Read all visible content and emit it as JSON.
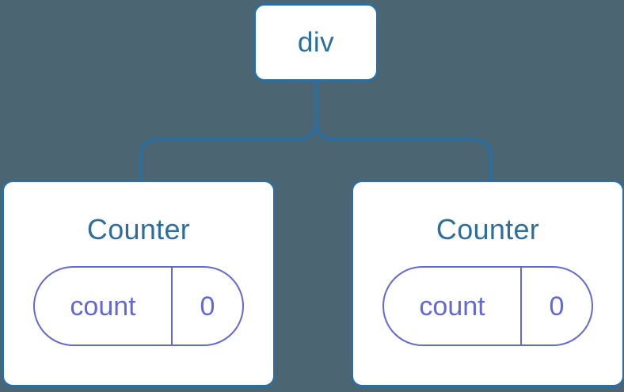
{
  "diagram": {
    "type": "component-tree",
    "background_color": "#4c6572",
    "node_border_color": "#2c6e9e",
    "node_text_color": "#2c6e9e",
    "state_color": "#6468d6",
    "connector_color": "#2c6e9e",
    "root": {
      "label": "div"
    },
    "children": [
      {
        "title": "Counter",
        "state": {
          "key": "count",
          "value": "0"
        }
      },
      {
        "title": "Counter",
        "state": {
          "key": "count",
          "value": "0"
        }
      }
    ]
  }
}
